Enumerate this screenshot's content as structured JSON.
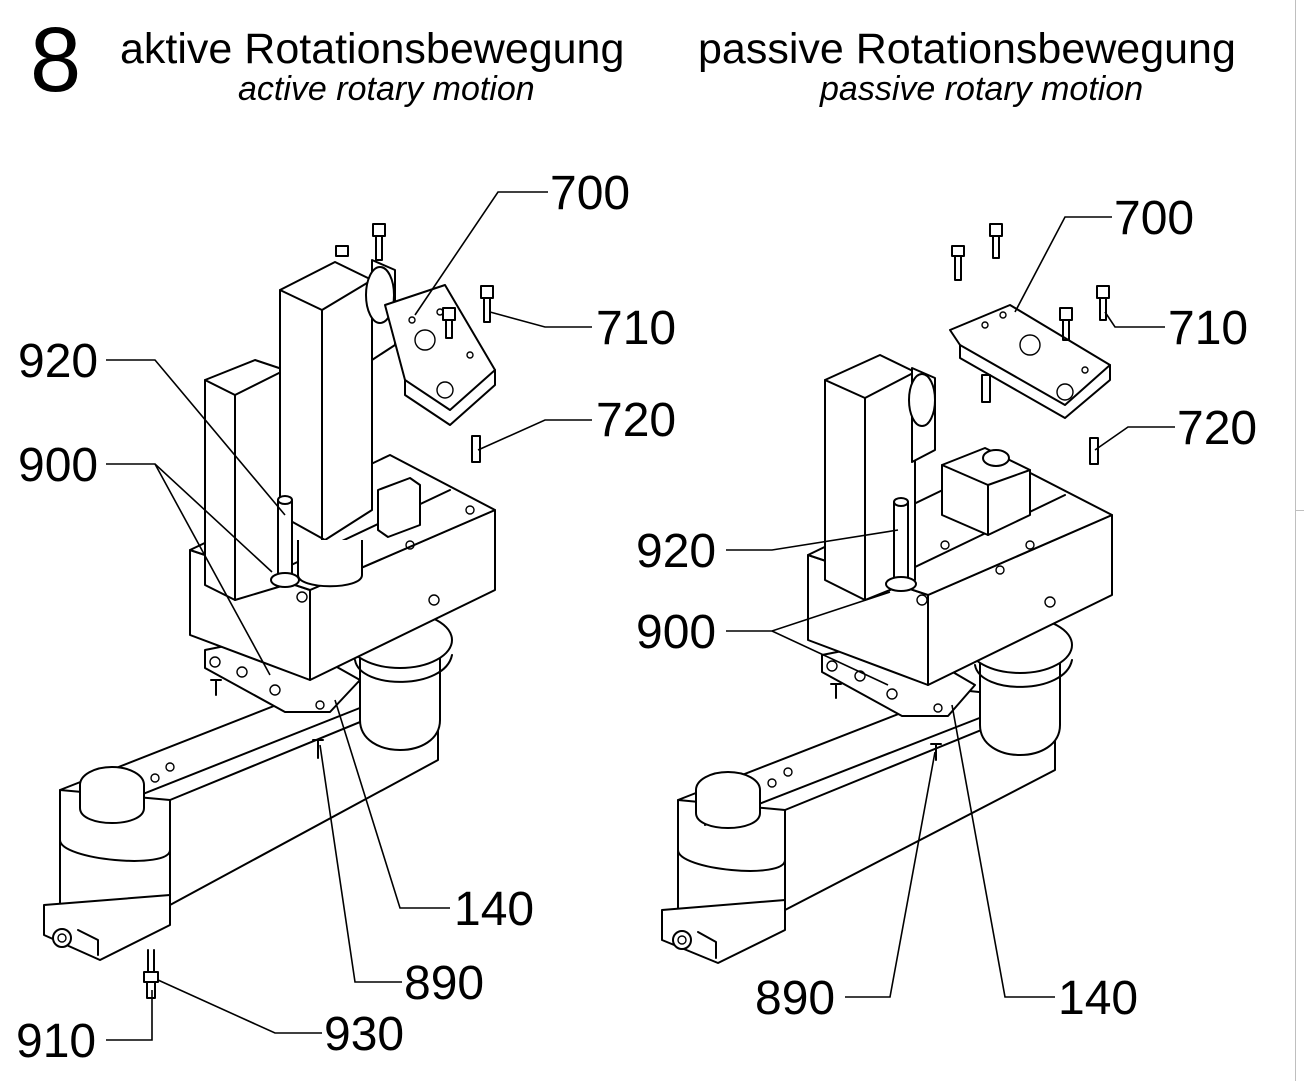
{
  "step_number": "8",
  "left": {
    "title_de": "aktive Rotationsbewegung",
    "title_en": "active rotary motion",
    "callouts": {
      "c700": "700",
      "c710": "710",
      "c720": "720",
      "c920": "920",
      "c900": "900",
      "c140": "140",
      "c890": "890",
      "c910": "910",
      "c930": "930"
    }
  },
  "right": {
    "title_de": "passive Rotationsbewegung",
    "title_en": "passive rotary motion",
    "callouts": {
      "c700": "700",
      "c710": "710",
      "c720": "720",
      "c920": "920",
      "c900": "900",
      "c890": "890",
      "c140": "140"
    }
  }
}
